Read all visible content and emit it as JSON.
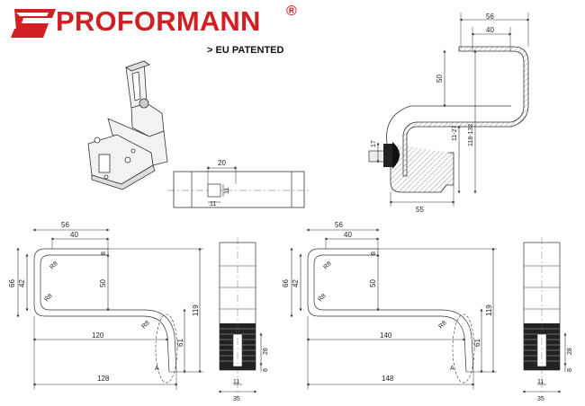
{
  "brand": {
    "name": "PROFORMANN",
    "registered": "®",
    "tagline": "> EU PATENTED",
    "color": "#d21f24"
  },
  "top_right": {
    "d56": "56",
    "d40": "40",
    "d50": "50",
    "d17": "17",
    "d11_27": "11-27",
    "d118_132": "118-132",
    "d55": "55"
  },
  "top_mid": {
    "d20": "20",
    "d11a": "11",
    "d11b": "11"
  },
  "left": {
    "d56": "56",
    "d40": "40",
    "d8": "8",
    "d66": "66",
    "d42": "42",
    "d50": "50",
    "r8a": "R8",
    "r8b": "R8",
    "r8c": "R8",
    "d120": "120",
    "d119": "119",
    "d61": "61",
    "d128": "128",
    "detail": "A"
  },
  "left_side": {
    "d28": "28",
    "d8": "8",
    "d11": "11",
    "d35": "35"
  },
  "right": {
    "d56": "56",
    "d40": "40",
    "d8": "8",
    "d66": "66",
    "d42": "42",
    "d50": "50",
    "r8a": "R8",
    "r8b": "R8",
    "r8c": "R8",
    "d140": "140",
    "d119": "119",
    "d61": "61",
    "d148": "148",
    "detail": "A"
  },
  "right_side": {
    "d28": "28",
    "d8": "8",
    "d11": "11",
    "d35": "35"
  }
}
